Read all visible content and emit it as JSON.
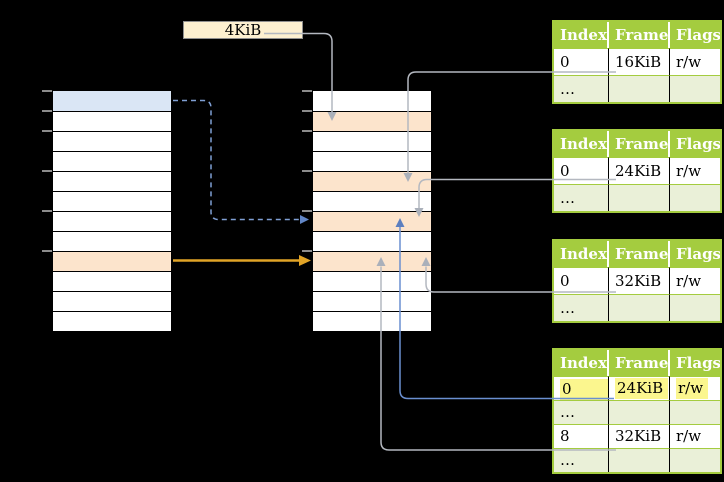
{
  "size_label": {
    "text": "4KiB"
  },
  "virtual_memory": {
    "rows": [
      "blue",
      "white",
      "white",
      "white",
      "white",
      "white",
      "white",
      "white",
      "orange",
      "white",
      "white",
      "white"
    ]
  },
  "physical_memory": {
    "rows": [
      "white",
      "orange",
      "white",
      "white",
      "orange",
      "white",
      "orange",
      "white",
      "orange",
      "white",
      "white",
      "white"
    ]
  },
  "page_tables": [
    {
      "headers": [
        "Index",
        "Frame",
        "Flags"
      ],
      "rows": [
        {
          "index": "0",
          "frame": "16KiB",
          "flags": "r/w",
          "shaded": false,
          "highlight": false
        },
        {
          "index": "…",
          "frame": "",
          "flags": "",
          "shaded": true,
          "highlight": false
        }
      ]
    },
    {
      "headers": [
        "Index",
        "Frame",
        "Flags"
      ],
      "rows": [
        {
          "index": "0",
          "frame": "24KiB",
          "flags": "r/w",
          "shaded": false,
          "highlight": false
        },
        {
          "index": "…",
          "frame": "",
          "flags": "",
          "shaded": true,
          "highlight": false
        }
      ]
    },
    {
      "headers": [
        "Index",
        "Frame",
        "Flags"
      ],
      "rows": [
        {
          "index": "0",
          "frame": "32KiB",
          "flags": "r/w",
          "shaded": false,
          "highlight": false
        },
        {
          "index": "…",
          "frame": "",
          "flags": "",
          "shaded": true,
          "highlight": false
        }
      ]
    },
    {
      "headers": [
        "Index",
        "Frame",
        "Flags"
      ],
      "rows": [
        {
          "index": "0",
          "frame": "24KiB",
          "flags": "r/w",
          "shaded": false,
          "highlight": true
        },
        {
          "index": "…",
          "frame": "",
          "flags": "",
          "shaded": true,
          "highlight": false
        },
        {
          "index": "8",
          "frame": "32KiB",
          "flags": "r/w",
          "shaded": false,
          "highlight": false
        },
        {
          "index": "…",
          "frame": "",
          "flags": "",
          "shaded": true,
          "highlight": false
        }
      ]
    }
  ],
  "colors": {
    "background": "#000000",
    "row_blue": "#dae6f5",
    "row_orange": "#fce4cc",
    "table_header_green": "#a4cc3f",
    "table_row_green": "#eaf0d8",
    "highlight_yellow": "#fbf68e",
    "label_cream": "#fdf0d0",
    "arrow_gray": "#b4b8c0",
    "arrow_blue": "#6a8fd0",
    "arrow_dashed_blue": "#7f9fd4",
    "arrow_orange": "#e1a427"
  }
}
